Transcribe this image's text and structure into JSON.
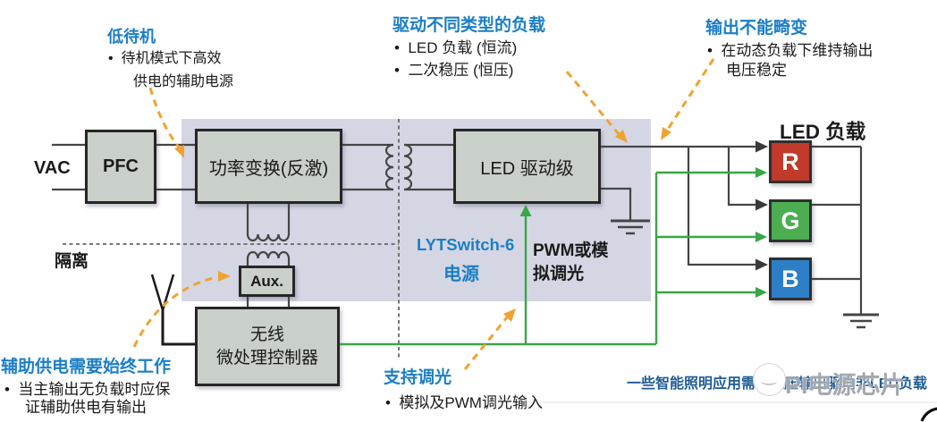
{
  "notes": {
    "low_standby": {
      "title": "低待机",
      "line1": "•  待机模式下高效",
      "line2": "供电的辅助电源"
    },
    "drive_loads": {
      "title": "驱动不同类型的负载",
      "line1": "•  LED 负载 (恒流)",
      "line2": "•  二次稳压 (恒压)"
    },
    "output_stable": {
      "title": "输出不能畸变",
      "line1": "•  在动态负载下维持输出",
      "line2": "电压稳定"
    },
    "aux_always": {
      "title": "辅助供电需要始终工作",
      "line1": "•  当主输出无负载时应保",
      "line2": "证辅助供电有输出"
    },
    "dimming": {
      "title": "支持调光",
      "line1": "•  模拟及PWM调光输入"
    },
    "smart_cv": {
      "text": "一些智能照明应用需要恒压输出驱动非LED负载"
    }
  },
  "blocks": {
    "vac": "VAC",
    "pfc": "PFC",
    "power_conversion": "功率变换(反激)",
    "led_driver": "LED 驱动级",
    "aux": "Aux.",
    "wireless_line1": "无线",
    "wireless_line2": "微处理控制器"
  },
  "labels": {
    "isolation": "隔离",
    "lytswitch_line1": "LYTSwitch-6",
    "lytswitch_line2": "电源",
    "pwm_line1": "PWM或模",
    "pwm_line2": "拟调光",
    "led_load_title": "LED 负载"
  },
  "led_loads": [
    {
      "label": "R",
      "color": "#c13a2a"
    },
    {
      "label": "G",
      "color": "#4cae51"
    },
    {
      "label": "B",
      "color": "#2c7ec6"
    }
  ],
  "watermark": {
    "text": "PI电源芯片"
  },
  "colors": {
    "accent_blue": "#1c7ec5",
    "note_navy": "#1f5c94",
    "orange": "#f0a330",
    "green": "#3aa647",
    "panel": "#d4d7e3",
    "box_fill": "#c9d0ca"
  }
}
